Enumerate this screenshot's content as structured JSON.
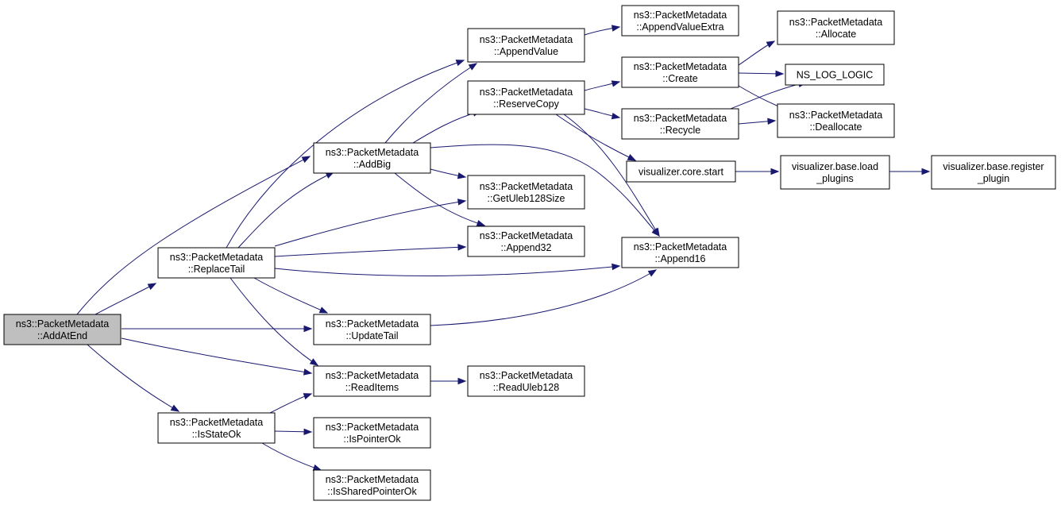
{
  "diagram": {
    "colors": {
      "edge": "#191970",
      "node_fill": "#ffffff",
      "root_fill": "#bfbfbf",
      "node_border": "#000000"
    },
    "nodes": {
      "add_at_end": [
        "ns3::PacketMetadata",
        "::AddAtEnd"
      ],
      "replace_tail": [
        "ns3::PacketMetadata",
        "::ReplaceTail"
      ],
      "is_state_ok": [
        "ns3::PacketMetadata",
        "::IsStateOk"
      ],
      "add_big": [
        "ns3::PacketMetadata",
        "::AddBig"
      ],
      "update_tail": [
        "ns3::PacketMetadata",
        "::UpdateTail"
      ],
      "read_items": [
        "ns3::PacketMetadata",
        "::ReadItems"
      ],
      "is_pointer_ok": [
        "ns3::PacketMetadata",
        "::IsPointerOk"
      ],
      "is_shared_pointer_ok": [
        "ns3::PacketMetadata",
        "::IsSharedPointerOk"
      ],
      "append_value": [
        "ns3::PacketMetadata",
        "::AppendValue"
      ],
      "reserve_copy": [
        "ns3::PacketMetadata",
        "::ReserveCopy"
      ],
      "get_uleb128_size": [
        "ns3::PacketMetadata",
        "::GetUleb128Size"
      ],
      "append32": [
        "ns3::PacketMetadata",
        "::Append32"
      ],
      "read_uleb128": [
        "ns3::PacketMetadata",
        "::ReadUleb128"
      ],
      "append_value_extra": [
        "ns3::PacketMetadata",
        "::AppendValueExtra"
      ],
      "create": [
        "ns3::PacketMetadata",
        "::Create"
      ],
      "recycle": [
        "ns3::PacketMetadata",
        "::Recycle"
      ],
      "visualizer_core_start": [
        "visualizer.core.start"
      ],
      "append16": [
        "ns3::PacketMetadata",
        "::Append16"
      ],
      "allocate": [
        "ns3::PacketMetadata",
        "::Allocate"
      ],
      "ns_log_logic": [
        "NS_LOG_LOGIC"
      ],
      "deallocate": [
        "ns3::PacketMetadata",
        "::Deallocate"
      ],
      "load_plugins": [
        "visualizer.base.load",
        "_plugins"
      ],
      "register_plugin": [
        "visualizer.base.register",
        "_plugin"
      ]
    }
  }
}
